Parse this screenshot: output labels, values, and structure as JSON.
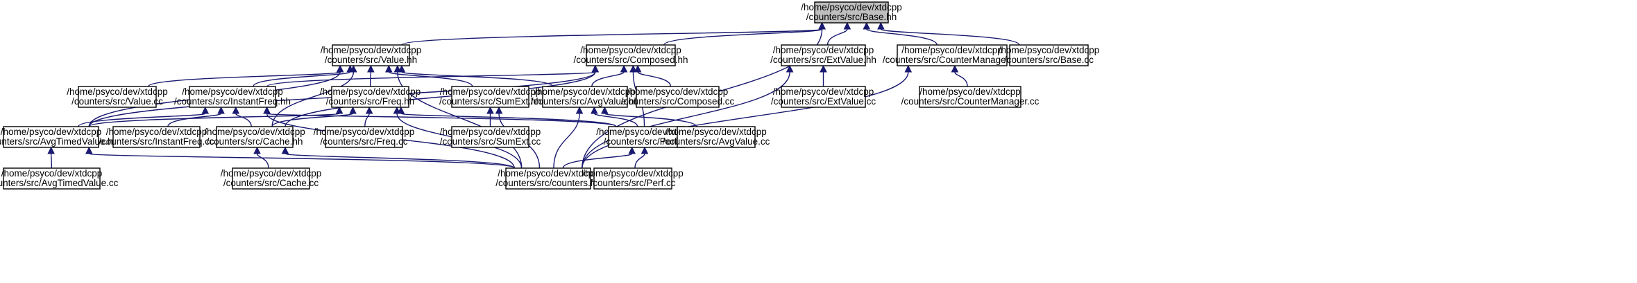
{
  "graph": {
    "edge_color": "#191970",
    "root_fill": "#bfbfbf",
    "nodes": [
      {
        "id": "base_hh",
        "name": "node-base-hh",
        "lines": [
          "/home/psyco/dev/xtdcpp",
          "/counters/src/Base.hh"
        ],
        "root": true
      },
      {
        "id": "value_hh",
        "name": "node-value-hh",
        "lines": [
          "/home/psyco/dev/xtdcpp",
          "/counters/src/Value.hh"
        ]
      },
      {
        "id": "composed_hh",
        "name": "node-composed-hh",
        "lines": [
          "/home/psyco/dev/xtdcpp",
          "/counters/src/Composed.hh"
        ]
      },
      {
        "id": "extvalue_hh",
        "name": "node-extvalue-hh",
        "lines": [
          "/home/psyco/dev/xtdcpp",
          "/counters/src/ExtValue.hh"
        ]
      },
      {
        "id": "countermanager_hh",
        "name": "node-countermanager-hh",
        "lines": [
          "/home/psyco/dev/xtdcpp",
          "/counters/src/CounterManager.hh"
        ]
      },
      {
        "id": "base_cc",
        "name": "node-base-cc",
        "lines": [
          "/home/psyco/dev/xtdcpp",
          "/counters/src/Base.cc"
        ]
      },
      {
        "id": "value_cc",
        "name": "node-value-cc",
        "lines": [
          "/home/psyco/dev/xtdcpp",
          "/counters/src/Value.cc"
        ]
      },
      {
        "id": "instantfreq_hh",
        "name": "node-instantfreq-hh",
        "lines": [
          "/home/psyco/dev/xtdcpp",
          "/counters/src/InstantFreq.hh"
        ]
      },
      {
        "id": "freq_hh",
        "name": "node-freq-hh",
        "lines": [
          "/home/psyco/dev/xtdcpp",
          "/counters/src/Freq.hh"
        ]
      },
      {
        "id": "sumext_hh",
        "name": "node-sumext-hh",
        "lines": [
          "/home/psyco/dev/xtdcpp",
          "/counters/src/SumExt.hh"
        ]
      },
      {
        "id": "avgvalue_hh",
        "name": "node-avgvalue-hh",
        "lines": [
          "/home/psyco/dev/xtdcpp",
          "/counters/src/AvgValue.hh"
        ]
      },
      {
        "id": "composed_cc",
        "name": "node-composed-cc",
        "lines": [
          "/home/psyco/dev/xtdcpp",
          "/counters/src/Composed.cc"
        ]
      },
      {
        "id": "extvalue_cc",
        "name": "node-extvalue-cc",
        "lines": [
          "/home/psyco/dev/xtdcpp",
          "/counters/src/ExtValue.cc"
        ]
      },
      {
        "id": "countermanager_cc",
        "name": "node-countermanager-cc",
        "lines": [
          "/home/psyco/dev/xtdcpp",
          "/counters/src/CounterManager.cc"
        ]
      },
      {
        "id": "avgtimedvalue_hh",
        "name": "node-avgtimedvalue-hh",
        "lines": [
          "/home/psyco/dev/xtdcpp",
          "/counters/src/AvgTimedValue.hh"
        ]
      },
      {
        "id": "instantfreq_cc",
        "name": "node-instantfreq-cc",
        "lines": [
          "/home/psyco/dev/xtdcpp",
          "/counters/src/InstantFreq.cc"
        ]
      },
      {
        "id": "cache_hh",
        "name": "node-cache-hh",
        "lines": [
          "/home/psyco/dev/xtdcpp",
          "/counters/src/Cache.hh"
        ]
      },
      {
        "id": "freq_cc",
        "name": "node-freq-cc",
        "lines": [
          "/home/psyco/dev/xtdcpp",
          "/counters/src/Freq.cc"
        ]
      },
      {
        "id": "sumext_cc",
        "name": "node-sumext-cc",
        "lines": [
          "/home/psyco/dev/xtdcpp",
          "/counters/src/SumExt.cc"
        ]
      },
      {
        "id": "perf_hh",
        "name": "node-perf-hh",
        "lines": [
          "/home/psyco/dev/xtdcpp",
          "/counters/src/Perf.hh"
        ]
      },
      {
        "id": "avgvalue_cc",
        "name": "node-avgvalue-cc",
        "lines": [
          "/home/psyco/dev/xtdcpp",
          "/counters/src/AvgValue.cc"
        ]
      },
      {
        "id": "avgtimedvalue_cc",
        "name": "node-avgtimedvalue-cc",
        "lines": [
          "/home/psyco/dev/xtdcpp",
          "/counters/src/AvgTimedValue.cc"
        ]
      },
      {
        "id": "cache_cc",
        "name": "node-cache-cc",
        "lines": [
          "/home/psyco/dev/xtdcpp",
          "/counters/src/Cache.cc"
        ]
      },
      {
        "id": "counters_hh",
        "name": "node-counters-hh",
        "lines": [
          "/home/psyco/dev/xtdcpp",
          "/counters/src/counters.hh"
        ]
      },
      {
        "id": "perf_cc",
        "name": "node-perf-cc",
        "lines": [
          "/home/psyco/dev/xtdcpp",
          "/counters/src/Perf.cc"
        ]
      }
    ],
    "edges": [
      {
        "from": "value_hh",
        "to": "base_hh"
      },
      {
        "from": "composed_hh",
        "to": "base_hh"
      },
      {
        "from": "extvalue_hh",
        "to": "base_hh"
      },
      {
        "from": "countermanager_hh",
        "to": "base_hh"
      },
      {
        "from": "base_cc",
        "to": "base_hh"
      },
      {
        "from": "counters_hh",
        "to": "base_hh"
      },
      {
        "from": "value_cc",
        "to": "value_hh"
      },
      {
        "from": "instantfreq_hh",
        "to": "value_hh"
      },
      {
        "from": "freq_hh",
        "to": "value_hh"
      },
      {
        "from": "sumext_hh",
        "to": "value_hh"
      },
      {
        "from": "avgvalue_hh",
        "to": "value_hh"
      },
      {
        "from": "avgtimedvalue_hh",
        "to": "value_hh"
      },
      {
        "from": "cache_hh",
        "to": "value_hh"
      },
      {
        "from": "counters_hh",
        "to": "value_hh"
      },
      {
        "from": "avgvalue_hh",
        "to": "composed_hh"
      },
      {
        "from": "composed_cc",
        "to": "composed_hh"
      },
      {
        "from": "perf_hh",
        "to": "composed_hh"
      },
      {
        "from": "cache_hh",
        "to": "composed_hh"
      },
      {
        "from": "avgtimedvalue_hh",
        "to": "composed_hh"
      },
      {
        "from": "instantfreq_hh",
        "to": "composed_hh"
      },
      {
        "from": "extvalue_cc",
        "to": "extvalue_hh"
      },
      {
        "from": "counters_hh",
        "to": "extvalue_hh"
      },
      {
        "from": "countermanager_cc",
        "to": "countermanager_hh"
      },
      {
        "from": "counters_hh",
        "to": "countermanager_hh"
      },
      {
        "from": "avgtimedvalue_hh",
        "to": "instantfreq_hh"
      },
      {
        "from": "instantfreq_cc",
        "to": "instantfreq_hh"
      },
      {
        "from": "cache_hh",
        "to": "instantfreq_hh"
      },
      {
        "from": "perf_hh",
        "to": "instantfreq_hh"
      },
      {
        "from": "counters_hh",
        "to": "instantfreq_hh"
      },
      {
        "from": "avgtimedvalue_hh",
        "to": "freq_hh"
      },
      {
        "from": "cache_hh",
        "to": "freq_hh"
      },
      {
        "from": "freq_cc",
        "to": "freq_hh"
      },
      {
        "from": "perf_hh",
        "to": "freq_hh"
      },
      {
        "from": "counters_hh",
        "to": "freq_hh"
      },
      {
        "from": "sumext_cc",
        "to": "sumext_hh"
      },
      {
        "from": "counters_hh",
        "to": "sumext_hh"
      },
      {
        "from": "perf_hh",
        "to": "avgvalue_hh"
      },
      {
        "from": "avgvalue_cc",
        "to": "avgvalue_hh"
      },
      {
        "from": "counters_hh",
        "to": "avgvalue_hh"
      },
      {
        "from": "avgtimedvalue_cc",
        "to": "avgtimedvalue_hh"
      },
      {
        "from": "counters_hh",
        "to": "avgtimedvalue_hh"
      },
      {
        "from": "cache_cc",
        "to": "cache_hh"
      },
      {
        "from": "counters_hh",
        "to": "cache_hh"
      },
      {
        "from": "counters_hh",
        "to": "perf_hh"
      },
      {
        "from": "perf_cc",
        "to": "perf_hh"
      }
    ]
  }
}
